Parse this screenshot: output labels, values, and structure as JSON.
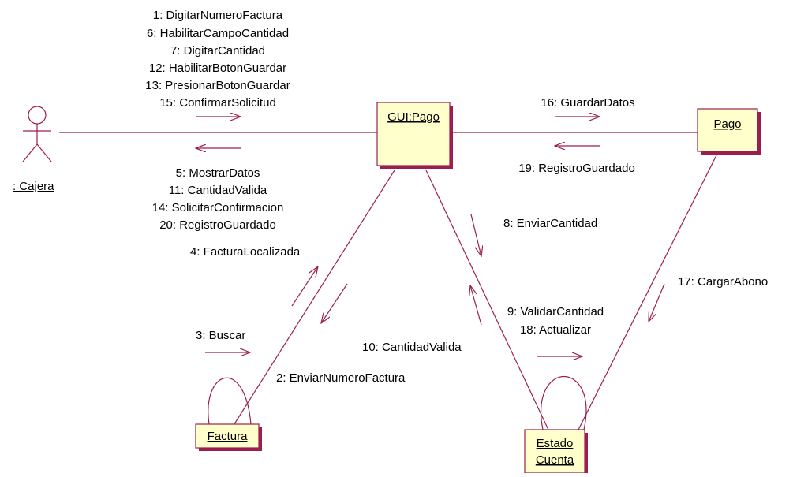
{
  "colors": {
    "line": "#9c1e50",
    "box_fill": "#ffffcc",
    "text": "#000000"
  },
  "actor": {
    "label": ": Cajera",
    "icon": "stick-figure-icon"
  },
  "objects": {
    "gui_pago": "GUI:Pago",
    "pago": "Pago",
    "factura": "Factura",
    "estado_cuenta": [
      "Estado",
      "Cuenta"
    ]
  },
  "messages": {
    "cajera_to_gui": [
      "1: DigitarNumeroFactura",
      "6: HabilitarCampoCantidad",
      "7: DigitarCantidad",
      "12: HabilitarBotonGuardar",
      "13: PresionarBotonGuardar",
      "15: ConfirmarSolicitud"
    ],
    "gui_to_cajera": [
      "5: MostrarDatos",
      "11: CantidadValida",
      "14: SolicitarConfirmacion",
      "20: RegistroGuardado"
    ],
    "gui_to_pago": "16: GuardarDatos",
    "pago_to_gui": "19: RegistroGuardado",
    "factura_to_gui": "4: FacturaLocalizada",
    "gui_to_factura": "2: EnviarNumeroFactura",
    "factura_self": "3: Buscar",
    "gui_to_estado": "8: EnviarCantidad",
    "estado_to_gui": "10: CantidadValida",
    "pago_to_estado": "17: CargarAbono",
    "estado_self": [
      "9: ValidarCantidad",
      "18: Actualizar"
    ]
  }
}
